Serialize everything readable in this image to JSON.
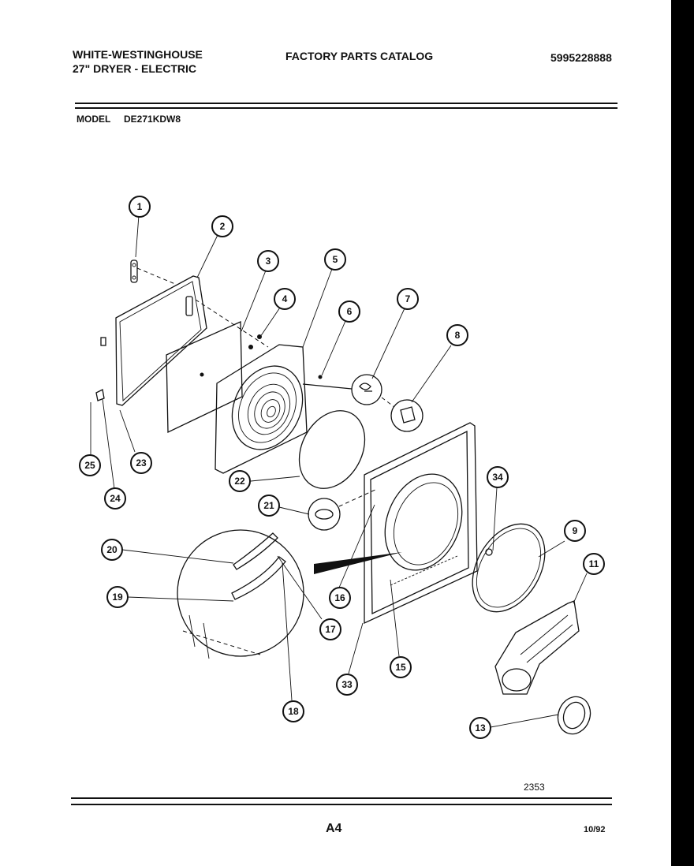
{
  "header": {
    "brand_line1": "WHITE-WESTINGHOUSE",
    "brand_line2": "27\" DRYER - ELECTRIC",
    "catalog_title": "FACTORY PARTS CATALOG",
    "catalog_number": "5995228888",
    "model_label": "MODEL",
    "model_number": "DE271KDW8"
  },
  "diagram": {
    "callouts": [
      "1",
      "2",
      "3",
      "4",
      "5",
      "6",
      "7",
      "8",
      "9",
      "11",
      "13",
      "15",
      "16",
      "17",
      "18",
      "19",
      "20",
      "21",
      "22",
      "23",
      "24",
      "25",
      "33",
      "34"
    ],
    "drawing_number": "2353"
  },
  "footer": {
    "page_code": "A4",
    "date": "10/92"
  }
}
